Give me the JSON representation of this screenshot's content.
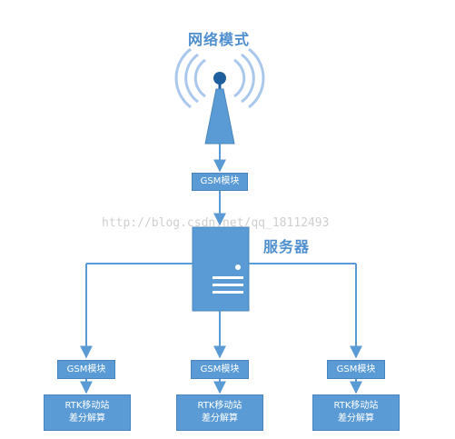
{
  "diagram": {
    "title": "网络模式",
    "top_module_label": "GSM模块",
    "server_label": "服务器",
    "watermark": "http://blog.csdn.net/qq_18112493",
    "branches": [
      {
        "module_label": "GSM模块",
        "station_line1": "RTK移动站",
        "station_line2": "差分解算"
      },
      {
        "module_label": "GSM模块",
        "station_line1": "RTK移动站",
        "station_line2": "差分解算"
      },
      {
        "module_label": "GSM模块",
        "station_line1": "RTK移动站",
        "station_line2": "差分解算"
      }
    ]
  },
  "colors": {
    "box_fill": "#5b9bd5",
    "line": "#5b9bd5",
    "title_text": "#4f8fd0",
    "signal_wave": "#a9c8ec"
  },
  "icons": {
    "antenna": "antenna-tower-icon",
    "server": "server-icon"
  }
}
